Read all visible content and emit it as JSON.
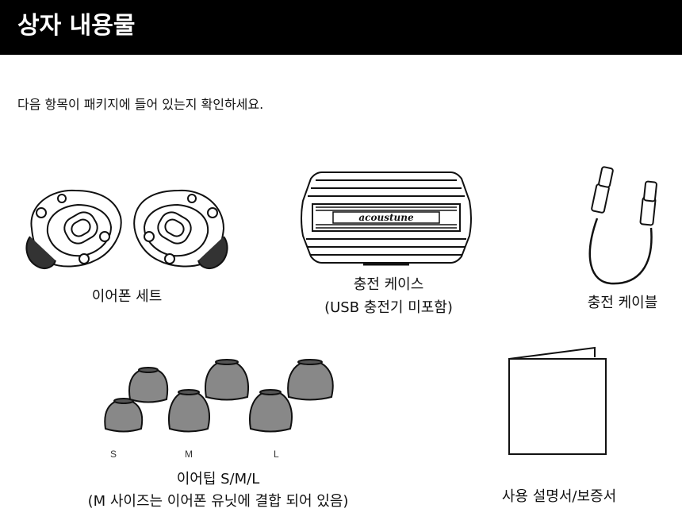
{
  "header": {
    "title": "상자 내용물"
  },
  "intro": "다음 항목이 패키지에 들어 있는지 확인하세요.",
  "items": [
    {
      "label": "이어폰 세트"
    },
    {
      "label": "충전 케이스",
      "sublabel": "(USB 충전기 미포함)",
      "brand": "acoustune"
    },
    {
      "label": "충전 케이블"
    },
    {
      "label": "이어팁 S/M/L",
      "sublabel": "(M 사이즈는 이어폰 유닛에 결합 되어 있음)",
      "sizes": [
        "S",
        "M",
        "L"
      ]
    },
    {
      "label": "사용 설명서/보증서"
    }
  ]
}
